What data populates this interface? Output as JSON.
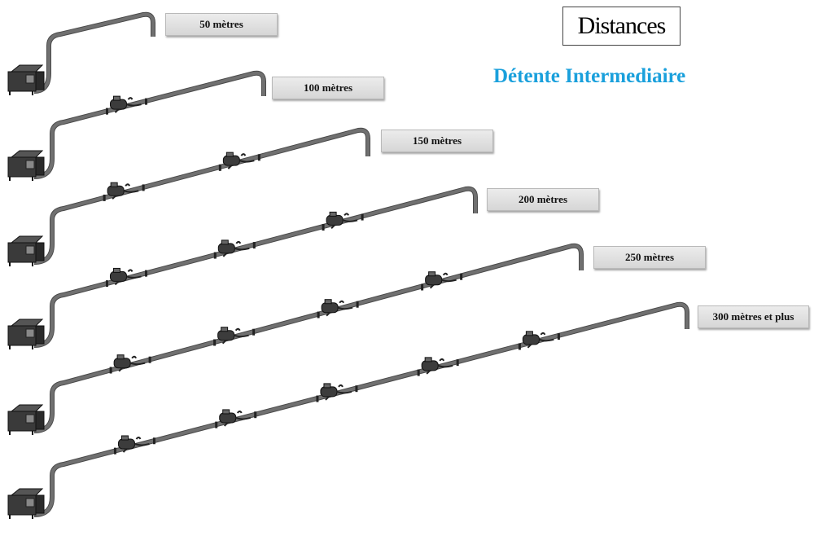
{
  "title": "Distances",
  "subtitle": "Détente Intermediaire",
  "colors": {
    "subtitle": "#1aa0dc",
    "pipe": "#707070",
    "label_bg": "#dcdcdc"
  },
  "rows": [
    {
      "label": "50 mètres",
      "regulators": 0
    },
    {
      "label": "100 mètres",
      "regulators": 1
    },
    {
      "label": "150 mètres",
      "regulators": 2
    },
    {
      "label": "200 mètres",
      "regulators": 3
    },
    {
      "label": "250 mètres",
      "regulators": 4
    },
    {
      "label": "300 mètres et plus",
      "regulators": 5
    }
  ]
}
